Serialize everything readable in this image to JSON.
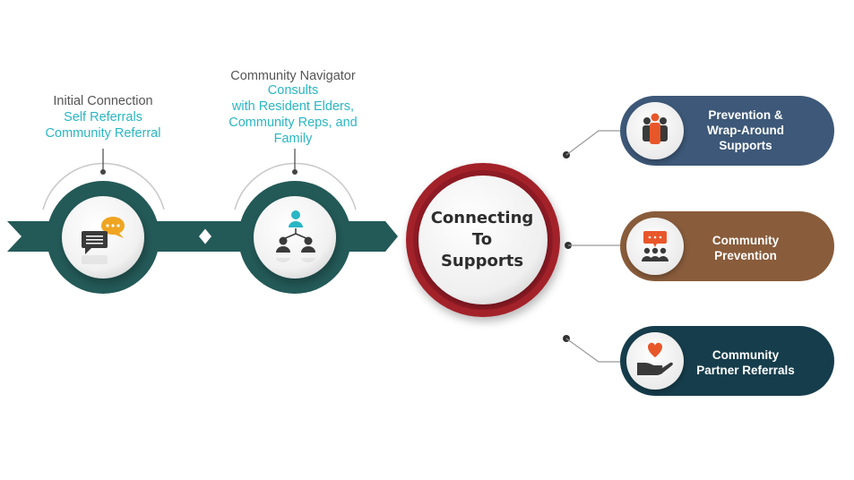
{
  "step1": {
    "title": "Initial Connection",
    "line1": "Self Referrals",
    "line2": "Community Referral",
    "icon": "chat-bubbles-icon"
  },
  "step2": {
    "title": "Community Navigator",
    "line1": "Consults",
    "line2": "with Resident Elders,",
    "line3": "Community Reps, and",
    "line4": "Family",
    "icon": "network-people-icon"
  },
  "center": {
    "line1": "Connecting",
    "line2": "To",
    "line3": "Supports"
  },
  "outcomes": [
    {
      "line1": "Prevention &",
      "line2": "Wrap-Around",
      "line3": "Supports",
      "color": "#3d5878",
      "icon": "group-people-icon"
    },
    {
      "line1": "Community",
      "line2": "Prevention",
      "color": "#895c3b",
      "icon": "presentation-group-icon"
    },
    {
      "line1": "Community",
      "line2": "Partner Referrals",
      "color": "#163d4c",
      "icon": "heart-hand-icon"
    }
  ],
  "colors": {
    "arrow": "#235a58",
    "center_ring": "#a3202c",
    "text_gray": "#555555",
    "text_teal": "#2ab6c4",
    "icon_orange": "#e8572a",
    "icon_gold": "#efa522",
    "icon_dark": "#3a3a3a"
  }
}
